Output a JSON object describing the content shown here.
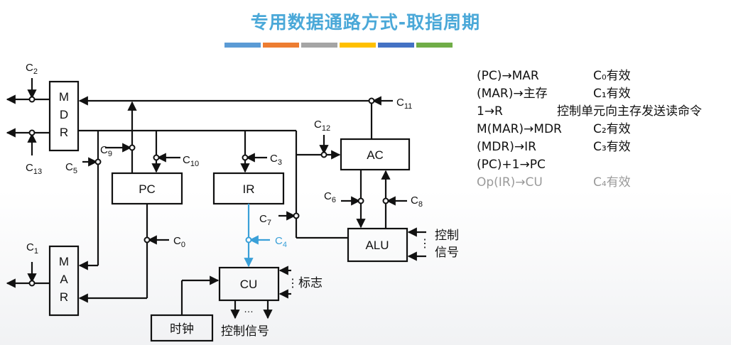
{
  "title": "专用数据通路方式-取指周期",
  "color_bar": [
    "#5b9bd5",
    "#ed7d31",
    "#a5a5a5",
    "#ffc000",
    "#4472c4",
    "#70ad47"
  ],
  "registers": {
    "mdr": [
      "M",
      "D",
      "R"
    ],
    "mar": [
      "M",
      "A",
      "R"
    ],
    "pc": "PC",
    "ir": "IR",
    "ac": "AC",
    "alu": "ALU",
    "cu": "CU",
    "clock": "时钟"
  },
  "controls": {
    "c2": "C",
    "c2_sub": "2",
    "c13": "C",
    "c13_sub": "13",
    "c5": "C",
    "c5_sub": "5",
    "c9": "C",
    "c9_sub": "9",
    "c10": "C",
    "c10_sub": "10",
    "c3": "C",
    "c3_sub": "3",
    "c12": "C",
    "c12_sub": "12",
    "c11": "C",
    "c11_sub": "11",
    "c6": "C",
    "c6_sub": "6",
    "c8": "C",
    "c8_sub": "8",
    "c7": "C",
    "c7_sub": "7",
    "c4": "C",
    "c4_sub": "4",
    "c0": "C",
    "c0_sub": "0",
    "c1": "C",
    "c1_sub": "1"
  },
  "labels": {
    "alu_ctrl_1": "控制",
    "alu_ctrl_2": "信号",
    "flag": "标志",
    "cu_ctrl": "控制信号",
    "dots": "⋮",
    "hdots": "…"
  },
  "operations": [
    {
      "op": "(PC)→MAR",
      "en": "C₀有效"
    },
    {
      "op": "(MAR)→主存",
      "en": "C₁有效"
    },
    {
      "op": "1→R",
      "en": "控制单元向主存发送读命令"
    },
    {
      "op": "M(MAR)→MDR",
      "en": "C₂有效"
    },
    {
      "op": "(MDR)→IR",
      "en": "C₃有效"
    },
    {
      "op": "(PC)+1→PC",
      "en": ""
    },
    {
      "op": "Op(IR)→CU",
      "en": "C₄有效"
    }
  ],
  "colors": {
    "title": "#4aa8d8",
    "highlight": "#3aa0d8",
    "line": "#111111"
  }
}
